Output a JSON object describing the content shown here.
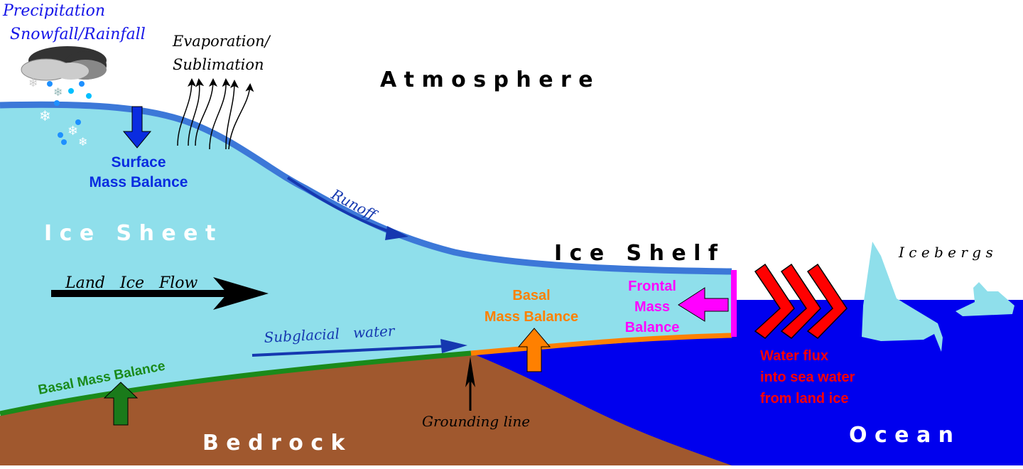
{
  "labels": {
    "precipitation": "Precipitation",
    "snow_rain": "Snowfall/Rainfall",
    "evaporation": "Evaporation/",
    "sublimation": "Sublimation",
    "atmosphere": "A t m o s p h e r e",
    "surface_mb_1": "Surface",
    "surface_mb_2": "Mass Balance",
    "runoff": "Runoff",
    "ice_sheet": "I c e   S h e e t",
    "ice_shelf": "I c e   S h e l f",
    "icebergs": "I c e b e r g s",
    "land_ice_flow": "Land   Ice   Flow",
    "basal_mb_shelf_1": "Basal",
    "basal_mb_shelf_2": "Mass Balance",
    "frontal_1": "Frontal",
    "frontal_2": "Mass",
    "frontal_3": "Balance",
    "subglacial": "Subglacial   water",
    "basal_mb_ground": "Basal Mass Balance",
    "grounding_line": "Grounding line",
    "water_flux_1": "Water flux",
    "water_flux_2": "into sea water",
    "water_flux_3": "from land ice",
    "bedrock": "B e d r o c k",
    "ocean": "O c e a n"
  },
  "colors": {
    "ice": "#8fdfeb",
    "ice_surface": "#3c78d8",
    "ocean": "#0000ee",
    "bedrock": "#a0582e",
    "smb": "#0a2ce0",
    "basal_ground": "#1a8a1a",
    "basal_shelf": "#ff8000",
    "frontal": "#ff00ff",
    "flux": "#ff0000",
    "runoff": "#1538b0"
  }
}
